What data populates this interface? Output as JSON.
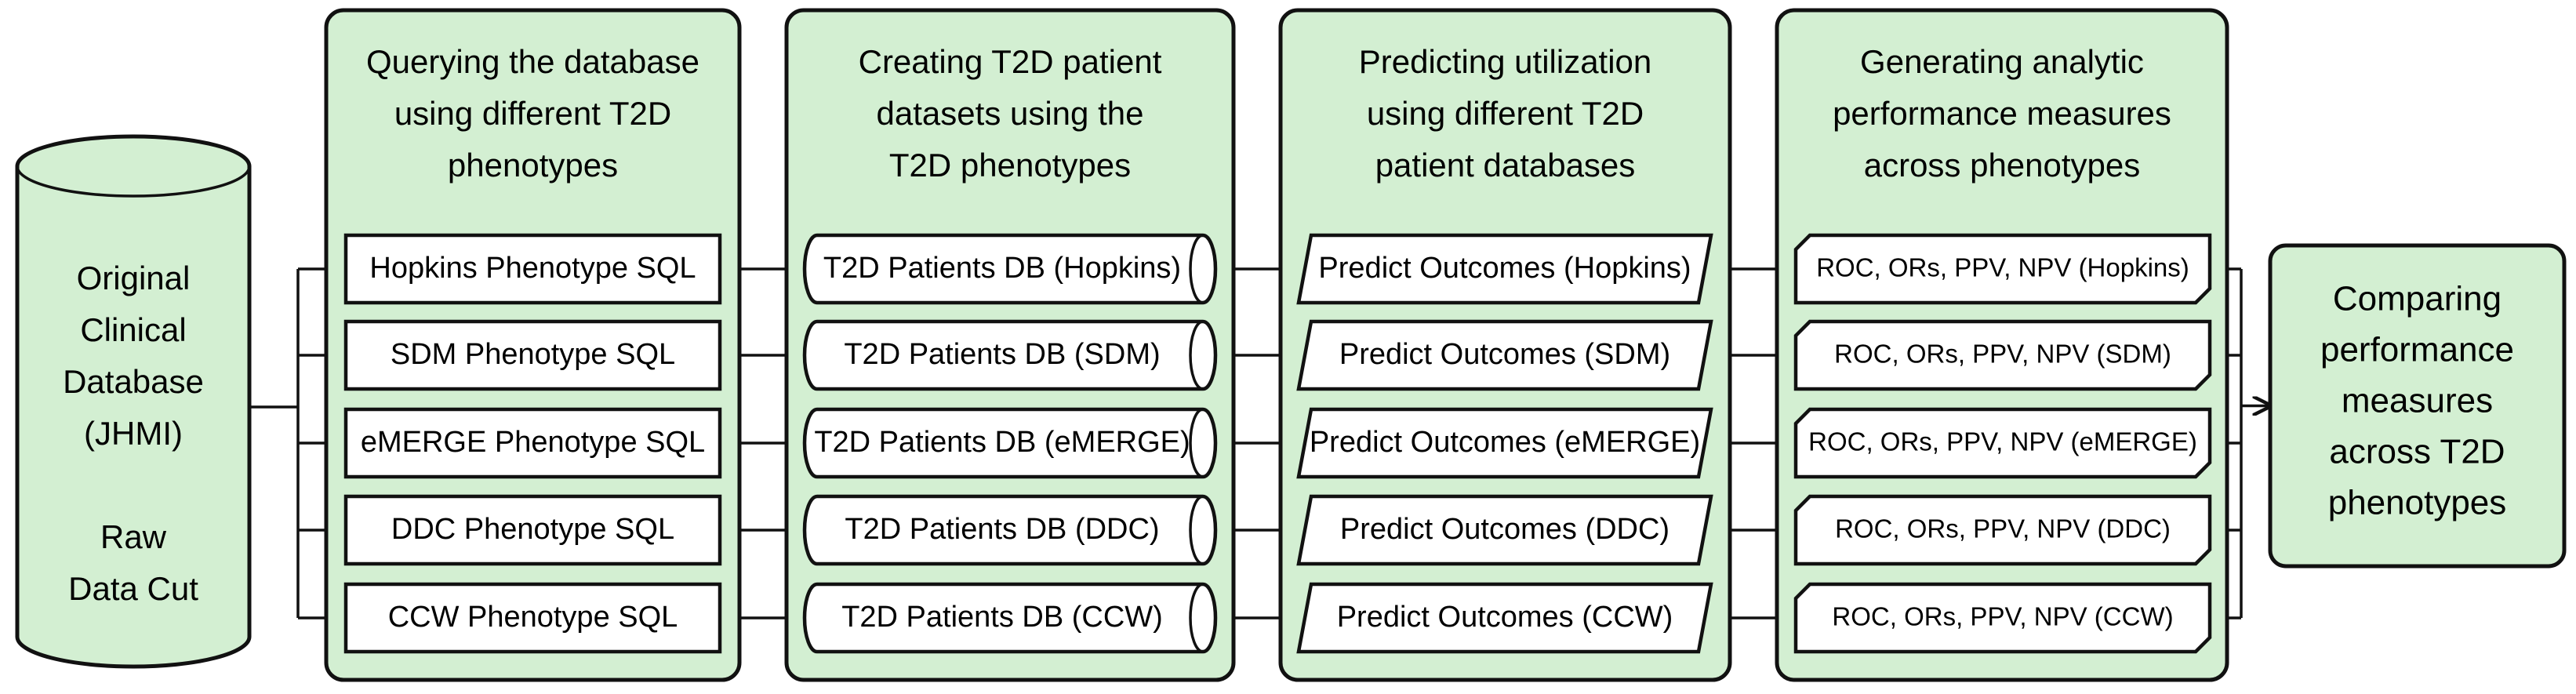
{
  "source_database": {
    "lines": [
      "Original",
      "Clinical",
      "Database",
      "(JHMI)",
      "",
      "Raw",
      "Data Cut"
    ]
  },
  "stages": [
    {
      "title_lines": [
        "Querying the database",
        "using different T2D",
        "phenotypes"
      ],
      "box_shape": "rectangle",
      "items": [
        "Hopkins Phenotype SQL",
        "SDM Phenotype SQL",
        "eMERGE Phenotype SQL",
        "DDC Phenotype SQL",
        "CCW Phenotype SQL"
      ]
    },
    {
      "title_lines": [
        "Creating T2D patient",
        "datasets using the",
        "T2D phenotypes"
      ],
      "box_shape": "cylinder",
      "items": [
        "T2D Patients DB (Hopkins)",
        "T2D Patients DB (SDM)",
        "T2D Patients DB (eMERGE)",
        "T2D Patients DB (DDC)",
        "T2D Patients DB (CCW)"
      ]
    },
    {
      "title_lines": [
        "Predicting utilization",
        "using different T2D",
        "patient databases"
      ],
      "box_shape": "parallelogram",
      "items": [
        "Predict Outcomes (Hopkins)",
        "Predict Outcomes (SDM)",
        "Predict Outcomes (eMERGE)",
        "Predict Outcomes (DDC)",
        "Predict Outcomes (CCW)"
      ]
    },
    {
      "title_lines": [
        "Generating analytic",
        "performance measures",
        "across phenotypes"
      ],
      "box_shape": "document",
      "items": [
        "ROC, ORs, PPV, NPV (Hopkins)",
        "ROC, ORs, PPV, NPV (SDM)",
        "ROC, ORs, PPV, NPV (eMERGE)",
        "ROC, ORs, PPV, NPV (DDC)",
        "ROC, ORs, PPV, NPV (CCW)"
      ]
    }
  ],
  "final": {
    "lines": [
      "Comparing",
      "performance",
      "measures",
      "across T2D",
      "phenotypes"
    ]
  },
  "colors": {
    "stage_fill": "#d3efd2",
    "box_fill": "#ffffff",
    "stroke": "#111111"
  }
}
